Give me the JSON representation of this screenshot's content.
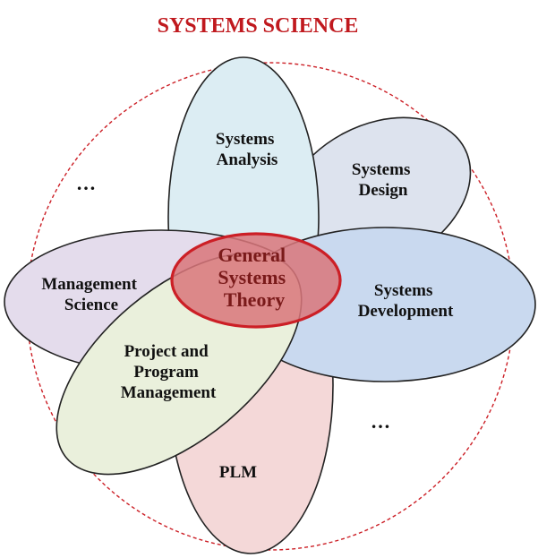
{
  "title": "SYSTEMS SCIENCE",
  "petals": {
    "systems_analysis": {
      "lines": [
        "Systems",
        "Analysis"
      ],
      "fill": "#dcedf3"
    },
    "systems_design": {
      "lines": [
        "Systems",
        "Design"
      ],
      "fill": "#dde3ee"
    },
    "systems_development": {
      "lines": [
        "Systems",
        "Development"
      ],
      "fill": "#c9d9ef"
    },
    "plm": {
      "lines": [
        "PLM"
      ],
      "fill": "#f4d8d8"
    },
    "management_science": {
      "lines": [
        "Management",
        "Science"
      ],
      "fill": "#e4dcec"
    },
    "project_program_management": {
      "lines": [
        "Project and",
        "Program",
        "Management"
      ],
      "fill": "#eaf0dc"
    }
  },
  "core": {
    "lines": [
      "General",
      "Systems",
      "Theory"
    ],
    "fill": "#d9767a",
    "stroke": "#cc1f26"
  },
  "ellipsis": {
    "upper_left": "…",
    "lower_right": "…"
  },
  "outer_circle_color": "#cc1f26"
}
